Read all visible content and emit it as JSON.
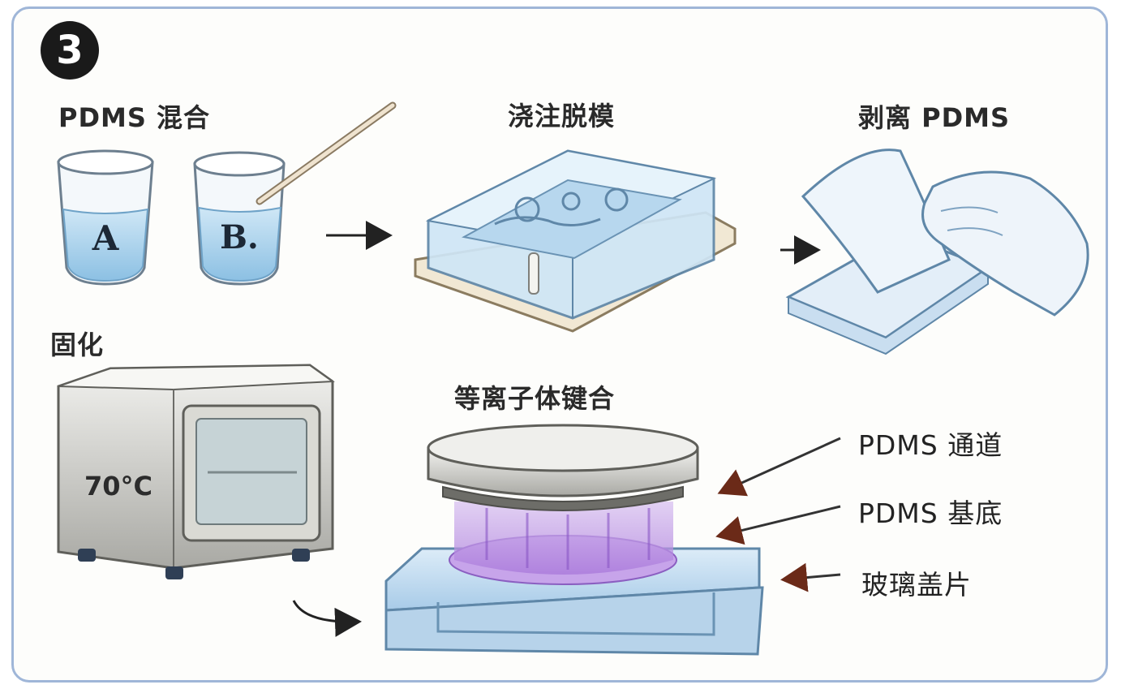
{
  "step": {
    "number": "3"
  },
  "panels": {
    "mix": {
      "title": "PDMS 混合",
      "beaker_a": "A",
      "beaker_b": "B."
    },
    "cast": {
      "title": "浇注脱模"
    },
    "peel": {
      "title": "剥离 PDMS"
    },
    "cure": {
      "title": "固化",
      "temperature": "70°C"
    },
    "bond": {
      "title": "等离子体键合",
      "callouts": [
        "PDMS 通道",
        "PDMS 基底",
        "玻璃盖片"
      ]
    }
  },
  "colors": {
    "frame": "#9fb6d8",
    "liquid": "#a9d2ec",
    "mold": "#cfe6f6",
    "plasma": "#b889e0",
    "glass": "#bcd8ef",
    "arrow_dark": "#222222",
    "arrow_brown": "#6b2a18"
  },
  "icons": [
    "step-3-badge",
    "beaker-icon",
    "stir-rod-icon",
    "mold-icon",
    "glove-hand-icon",
    "oven-icon",
    "plasma-bonder-icon"
  ]
}
